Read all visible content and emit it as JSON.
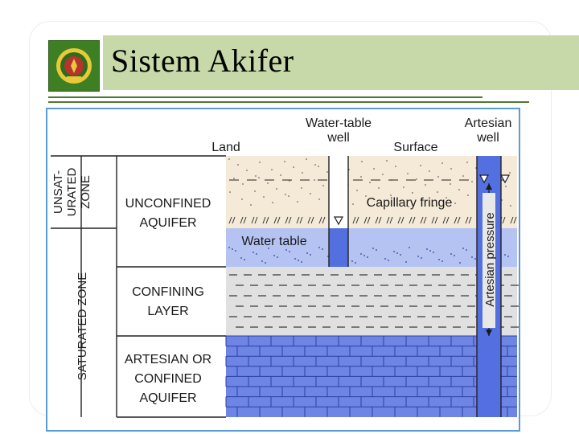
{
  "slide": {
    "title": "Sistem Akifer"
  },
  "logo": {
    "icon": "university-seal-icon",
    "colors": {
      "background": "#3f7f24",
      "ring": "#e8c93a",
      "inner": "#b8332e"
    }
  },
  "colors": {
    "title_bar": "#c7d9a8",
    "accent_rule": "#4e7a2e",
    "frame_border": "#5b9bd5",
    "unsaturated_soil": "#f4ead7",
    "water_table_zone": "#b5c3f3",
    "confining_layer": "#e0e0e0",
    "confined_aquifer": "#6f85e6",
    "well_water": "#5470e0"
  },
  "diagram": {
    "label_land": "Land",
    "label_surface": "Surface",
    "label_water_table_well": [
      "Water-table",
      "well"
    ],
    "label_artesian_well": [
      "Artesian",
      "well"
    ],
    "zone_unsaturated": [
      "UNSAT-",
      "URATED",
      "ZONE"
    ],
    "zone_saturated": "SATURATED ZONE",
    "layer_unconfined": [
      "UNCONFINED",
      "AQUIFER"
    ],
    "layer_confining": [
      "CONFINING",
      "LAYER"
    ],
    "layer_confined": [
      "ARTESIAN OR",
      "CONFINED",
      "AQUIFER"
    ],
    "label_capillary_fringe": "Capillary fringe",
    "label_water_table": "Water table",
    "label_artesian_pressure": "Artesian pressure"
  }
}
